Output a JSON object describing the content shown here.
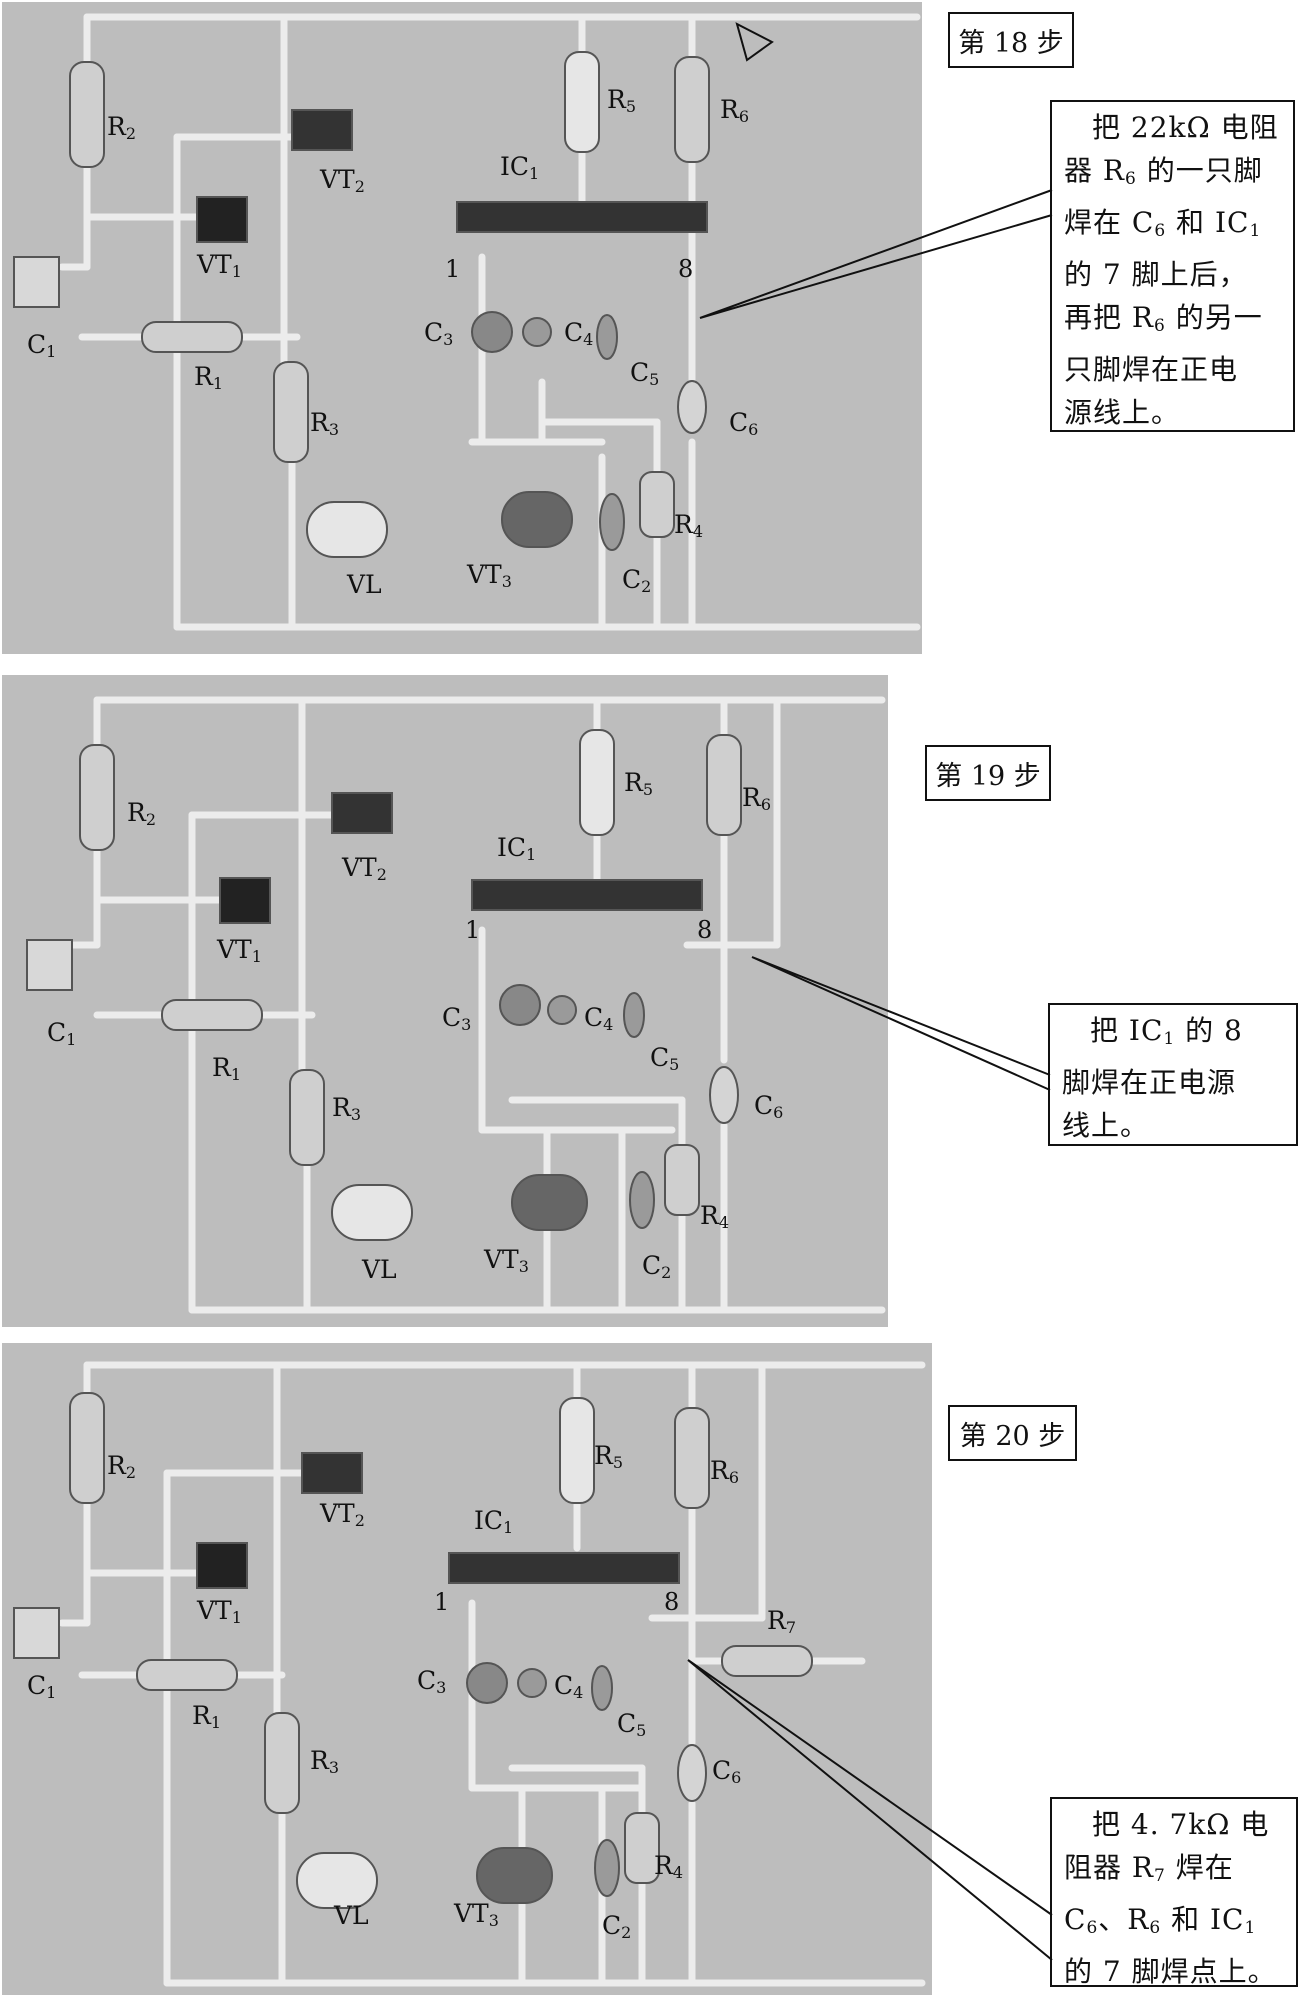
{
  "panels": [
    {
      "step_label": "第 18 步",
      "labels": {
        "R2": [
          "R",
          "2"
        ],
        "VT2": [
          "VT",
          "2"
        ],
        "VT1": [
          "VT",
          "1"
        ],
        "C1": [
          "C",
          "1"
        ],
        "R1": [
          "R",
          "1"
        ],
        "R3": [
          "R",
          "3"
        ],
        "VL": [
          "VL",
          ""
        ],
        "IC1": [
          "IC",
          "1"
        ],
        "R5": [
          "R",
          "5"
        ],
        "R6": [
          "R",
          "6"
        ],
        "C3": [
          "C",
          "3"
        ],
        "C4": [
          "C",
          "4"
        ],
        "C5": [
          "C",
          "5"
        ],
        "C6": [
          "C",
          "6"
        ],
        "R4": [
          "R",
          "4"
        ],
        "VT3": [
          "VT",
          "3"
        ],
        "C2": [
          "C",
          "2"
        ],
        "pin1": "1",
        "pin8": "8"
      },
      "callout": [
        [
          "把 22kΩ 电阻"
        ],
        [
          "器 R",
          "6",
          " 的一只脚"
        ],
        [
          "焊在 C",
          "6",
          " 和 IC",
          "1"
        ],
        [
          "的 7 脚上后，"
        ],
        [
          "再把 R",
          "6",
          " 的另一"
        ],
        [
          "只脚焊在正电"
        ],
        [
          "源线上。"
        ]
      ]
    },
    {
      "step_label": "第 19 步",
      "labels": {
        "R2": [
          "R",
          "2"
        ],
        "VT2": [
          "VT",
          "2"
        ],
        "VT1": [
          "VT",
          "1"
        ],
        "C1": [
          "C",
          "1"
        ],
        "R1": [
          "R",
          "1"
        ],
        "R3": [
          "R",
          "3"
        ],
        "VL": [
          "VL",
          ""
        ],
        "IC1": [
          "IC",
          "1"
        ],
        "R5": [
          "R",
          "5"
        ],
        "R6": [
          "R",
          "6"
        ],
        "C3": [
          "C",
          "3"
        ],
        "C4": [
          "C",
          "4"
        ],
        "C5": [
          "C",
          "5"
        ],
        "C6": [
          "C",
          "6"
        ],
        "R4": [
          "R",
          "4"
        ],
        "VT3": [
          "VT",
          "3"
        ],
        "C2": [
          "C",
          "2"
        ],
        "pin1": "1",
        "pin8": "8"
      },
      "callout": [
        [
          "把 IC",
          "1",
          " 的 8"
        ],
        [
          "脚焊在正电源"
        ],
        [
          "线上。"
        ]
      ]
    },
    {
      "step_label": "第 20 步",
      "labels": {
        "R2": [
          "R",
          "2"
        ],
        "VT2": [
          "VT",
          "2"
        ],
        "VT1": [
          "VT",
          "1"
        ],
        "C1": [
          "C",
          "1"
        ],
        "R1": [
          "R",
          "1"
        ],
        "R3": [
          "R",
          "3"
        ],
        "VL": [
          "VL",
          ""
        ],
        "IC1": [
          "IC",
          "1"
        ],
        "R5": [
          "R",
          "5"
        ],
        "R6": [
          "R",
          "6"
        ],
        "R7": [
          "R",
          "7"
        ],
        "C3": [
          "C",
          "3"
        ],
        "C4": [
          "C",
          "4"
        ],
        "C5": [
          "C",
          "5"
        ],
        "C6": [
          "C",
          "6"
        ],
        "R4": [
          "R",
          "4"
        ],
        "VT3": [
          "VT",
          "3"
        ],
        "C2": [
          "C",
          "2"
        ],
        "pin1": "1",
        "pin8": "8"
      },
      "callout": [
        [
          "把 4. 7kΩ 电"
        ],
        [
          "阻器 R",
          "7",
          " 焊在"
        ],
        [
          "C",
          "6",
          "、R",
          "6",
          " 和 IC",
          "1"
        ],
        [
          "的 7 脚焊点上。"
        ]
      ]
    }
  ],
  "colors": {
    "photo_bg": "#bdbdbd",
    "wire": "#ececec",
    "line": "#111111"
  }
}
